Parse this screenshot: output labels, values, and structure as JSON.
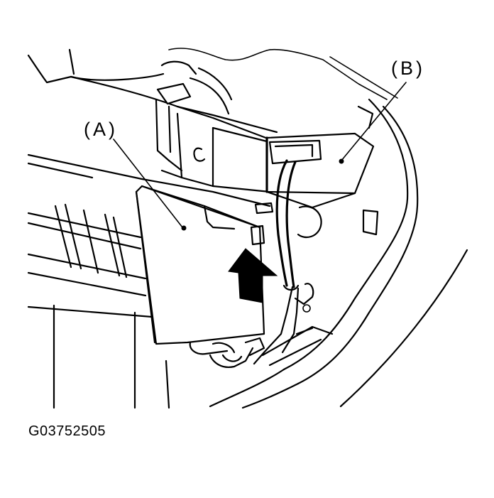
{
  "callouts": {
    "a": "(A)",
    "b": "(B)"
  },
  "figure_code": "G03752505",
  "colors": {
    "ink": "#000000",
    "paper": "#ffffff"
  }
}
